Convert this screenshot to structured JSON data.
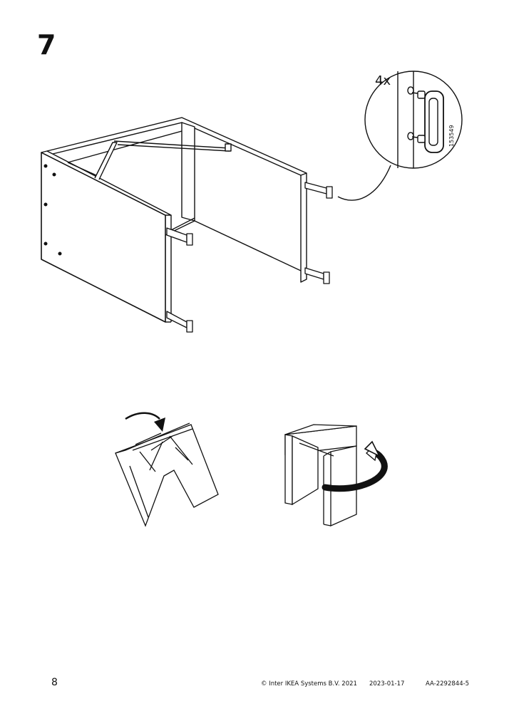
{
  "step": {
    "number": "7"
  },
  "callout": {
    "quantity": "4x",
    "part_number": "153549"
  },
  "icons": {
    "main": "cabinet-frame-with-dowels-icon",
    "detail": "dowel-detail-icon",
    "turn_over": "turn-over-arrow-icon",
    "turn_around": "rotate-arrow-icon"
  },
  "footer": {
    "page_number": "8",
    "copyright": "© Inter IKEA Systems B.V. 2021",
    "date": "2023-01-17",
    "document_code": "AA-2292844-5"
  }
}
